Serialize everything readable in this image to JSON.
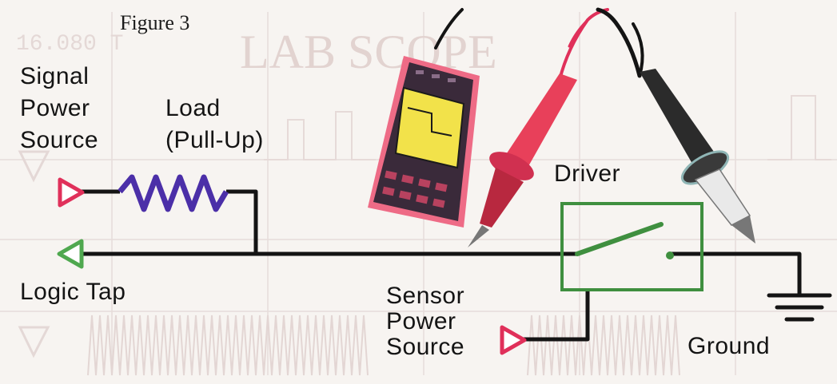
{
  "figure": {
    "title": "Figure 3",
    "background_text": {
      "heading": "LAB SCOPE",
      "readout": "16.080 T"
    }
  },
  "labels": {
    "signal_power_source": [
      "Signal",
      "Power",
      "Source"
    ],
    "load": [
      "Load",
      "(Pull-Up)"
    ],
    "driver": "Driver",
    "logic_tap": "Logic Tap",
    "sensor_power_source": [
      "Sensor",
      "Power",
      "Source"
    ],
    "ground": "Ground"
  },
  "colors": {
    "wire": "#141414",
    "resistor": "#4b2fa8",
    "signal_source_triangle": "#e0305a",
    "sensor_source_triangle": "#e0305a",
    "logic_tap_triangle": "#4fa84f",
    "driver_box": "#3f8f3f",
    "probe_red": "#e8405a",
    "probe_black": "#2b2b2b",
    "scope_body": "#3a2a3a",
    "scope_screen": "#f2e24a"
  },
  "icons": {
    "signal_source": "triangle-right-icon",
    "sensor_source": "triangle-right-icon",
    "logic_tap": "triangle-left-icon",
    "resistor": "resistor-icon",
    "switch": "switch-icon",
    "ground": "ground-icon",
    "meter": "handheld-scope-icon",
    "red_probe": "red-probe-icon",
    "black_probe": "black-probe-icon"
  }
}
